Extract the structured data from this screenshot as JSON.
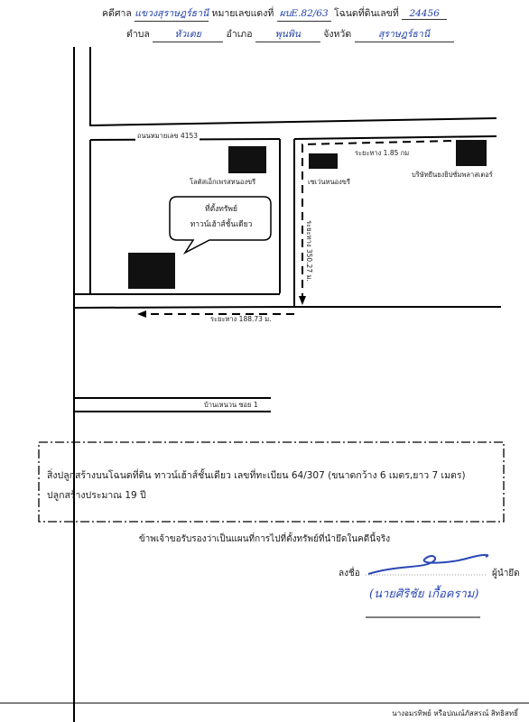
{
  "header": {
    "court_label": "คดีศาล",
    "court_value": "แขวงสุราษฎร์ธานี",
    "black_case_label": "หมายเลขแดงที่",
    "black_case_value": "ผบE.82/63",
    "deed_label": "โฉนดที่ดินเลขที่",
    "deed_value": "24456",
    "subdistrict_label": "ตำบล",
    "subdistrict_value": "หัวเตย",
    "district_label": "อำเภอ",
    "district_value": "พุนพิน",
    "province_label": "จังหวัด",
    "province_value": "สุราษฎร์ธานี"
  },
  "map": {
    "road_main": "ถนนหมายเลข 4153",
    "shop_lotus": "โลตัสเอ็กเพรสหนองขรี",
    "shop_seven": "เซเว่นหนองขรี",
    "company": "บริษัทยีนยงยิปซั่มพลาสเตอร์",
    "distance_1": "ระยะทาง 1.85 กม",
    "distance_2": "ระยะทาง 350.27 ม.",
    "distance_3": "ระยะทาง 188.73 ม.",
    "soi_label": "บ้านเหนวน ซอย 1",
    "callout_line1": "ที่ตั้งทรัพย์",
    "callout_line2": "ทาวน์เฮ้าส์ชั้นเดียว"
  },
  "note": {
    "line1": "สิ่งปลูกสร้างบนโฉนดที่ดิน ทาวน์เฮ้าส์ชั้นเดียว เลขที่ทะเบียน 64/307 (ขนาดกว้าง 6 เมตร,ยาว 7  เมตร)",
    "line2": "ปลูกสร้างประมาณ 19 ปี"
  },
  "certify": "ข้าพเจ้าขอรับรองว่าเป็นแผนที่การไปที่ตั้งทรัพย์ที่นำยึดในคดีนี้จริง",
  "signature": {
    "sign_label": "ลงชื่อ",
    "role_label": "ผู้นำยึด",
    "name": "(นายศิริชัย  เกื้อคราม)"
  },
  "footer": "นางอมรทิพย์ หรือปณณ์ภัสสรณ์ สิทธิสทธิ์"
}
